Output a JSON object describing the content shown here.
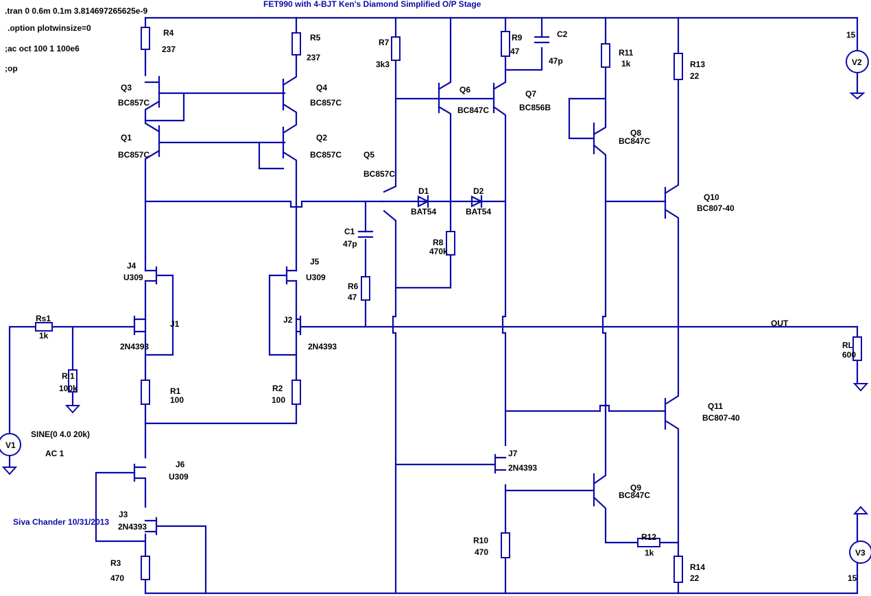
{
  "title": "FET990 with 4-BJT Ken's Diamond Simplified O/P Stage",
  "author_note": "Siva Chander 10/31/2013",
  "directives": [
    ".tran 0 0.6m 0.1m 3.814697265625e-9",
    ".option plotwinsize=0",
    ";ac oct 100 1 100e6",
    ";op"
  ],
  "labels": {
    "R4": "R4",
    "R4_val": "237",
    "R5": "R5",
    "R5_val": "237",
    "R7": "R7",
    "R7_val": "3k3",
    "R9": "R9",
    "R9_val": "47",
    "C2": "C2",
    "C2_val": "47p",
    "R11": "R11",
    "R11_val": "1k",
    "R13": "R13",
    "R13_val": "22",
    "Q3": "Q3",
    "Q3_val": "BC857C",
    "Q4": "Q4",
    "Q4_val": "BC857C",
    "Q1": "Q1",
    "Q1_val": "BC857C",
    "Q2": "Q2",
    "Q2_val": "BC857C",
    "Q5": "Q5",
    "Q5_val": "BC857C",
    "Q6": "Q6",
    "Q6_val": "BC847C",
    "Q7": "Q7",
    "Q7_val": "BC856B",
    "Q8": "Q8",
    "Q8_val": "BC847C",
    "Q9": "Q9",
    "Q9_val": "BC847C",
    "Q10": "Q10",
    "Q10_val": "BC807-40",
    "Q11": "Q11",
    "Q11_val": "BC807-40",
    "D1": "D1",
    "D1_val": "BAT54",
    "D2": "D2",
    "D2_val": "BAT54",
    "C1": "C1",
    "C1_val": "47p",
    "R8": "R8",
    "R8_val": "470k",
    "R6": "R6",
    "R6_val": "47",
    "J4": "J4",
    "J4_val": "U309",
    "J5": "J5",
    "J5_val": "U309",
    "J1": "J1",
    "J1_val": "2N4393",
    "J2": "J2",
    "J2_val": "2N4393",
    "J6": "J6",
    "J6_val": "U309",
    "J3": "J3",
    "J3_val": "2N4393",
    "J7": "J7",
    "J7_val": "2N4393",
    "Rs1": "Rs1",
    "Rs1_val": "1k",
    "Ri1": "Ri1",
    "Ri1_val": "100k",
    "R1": "R1",
    "R1_val": "100",
    "R2": "R2",
    "R2_val": "100",
    "R3": "R3",
    "R3_val": "470",
    "R10": "R10",
    "R10_val": "470",
    "R12": "R12",
    "R12_val": "1k",
    "R14": "R14",
    "R14_val": "22",
    "RL": "RL",
    "RL_val": "600",
    "V1": "V1",
    "V1_sine": "SINE(0 4.0 20k)",
    "V1_ac": "AC 1",
    "V2": "V2",
    "V2_val": "15",
    "V3": "V3",
    "V3_val": "15",
    "OUT": "OUT"
  }
}
